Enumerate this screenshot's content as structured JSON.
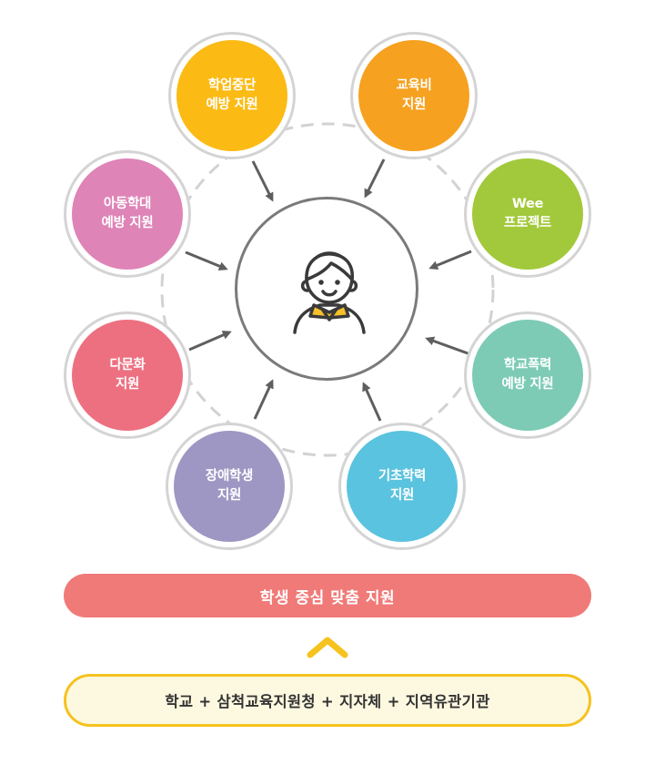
{
  "diagram": {
    "center_icon": "student-icon",
    "nodes": [
      {
        "id": "dropout",
        "label": "학업중단\n예방 지원",
        "color": "#fbbb14"
      },
      {
        "id": "education-cost",
        "label": "교육비\n지원",
        "color": "#f6a11f"
      },
      {
        "id": "wee",
        "label": "Wee\n프로젝트",
        "color": "#a2c93b"
      },
      {
        "id": "school-violence",
        "label": "학교폭력\n예방 지원",
        "color": "#7dcbb5"
      },
      {
        "id": "basic-skills",
        "label": "기초학력\n지원",
        "color": "#5ac3df"
      },
      {
        "id": "disabled-students",
        "label": "장애학생\n지원",
        "color": "#9e97c3"
      },
      {
        "id": "multicultural",
        "label": "다문화\n지원",
        "color": "#ed7081"
      },
      {
        "id": "child-abuse",
        "label": "아동학대\n예방 지원",
        "color": "#de84b7"
      }
    ],
    "arrow_color": "#5f5f5f",
    "ring_color": "#d2d2d2"
  },
  "banner": {
    "label": "학생 중심 맞춤 지원",
    "color": "#f07a78"
  },
  "partners": {
    "label": "학교 + 삼척교육지원청 + 지자체 + 지역유관기관"
  }
}
